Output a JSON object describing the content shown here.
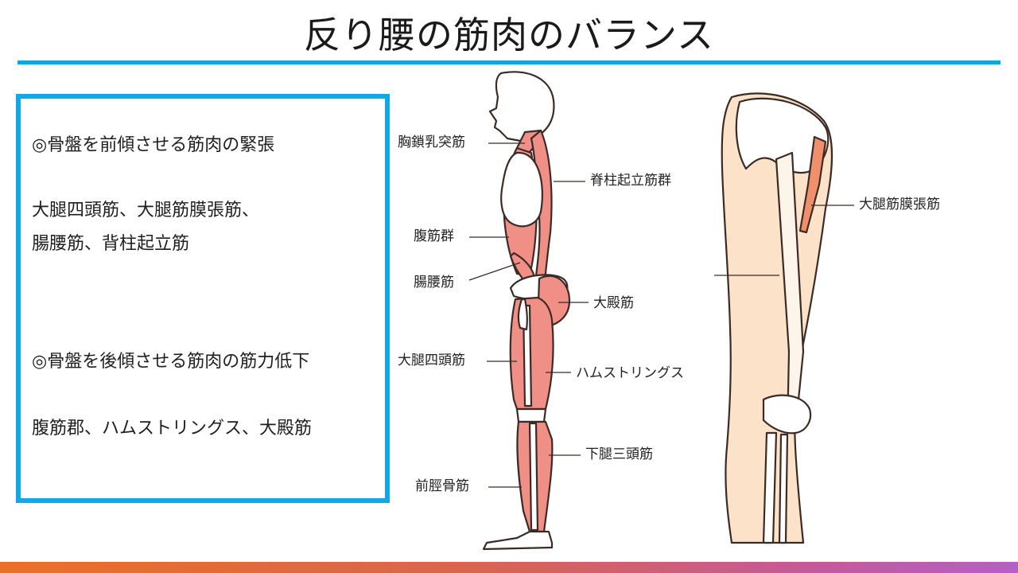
{
  "title": "反り腰の筋肉のバランス",
  "box": {
    "heading1": "◎骨盤を前傾させる筋肉の緊張",
    "list1_line1": "大腿四頭筋、大腿筋膜張筋、",
    "list1_line2": "腸腰筋、背柱起立筋",
    "heading2": "◎骨盤を後傾させる筋肉の筋力低下",
    "list2": "腹筋郡、ハムストリングス、大殿筋"
  },
  "labels": {
    "scm": "胸鎖乳突筋",
    "erector": "脊柱起立筋群",
    "abdominal": "腹筋群",
    "iliopsoas": "腸腰筋",
    "gluteus": "大殿筋",
    "quadriceps": "大腿四頭筋",
    "hamstrings": "ハムストリングス",
    "triceps_surae": "下腿三頭筋",
    "tibialis": "前脛骨筋",
    "tfl": "大腿筋膜張筋"
  },
  "colors": {
    "accent": "#0fa6e0",
    "muscle": "#f08f86",
    "skin": "#fbe2c8",
    "outline": "#3a2b27"
  }
}
